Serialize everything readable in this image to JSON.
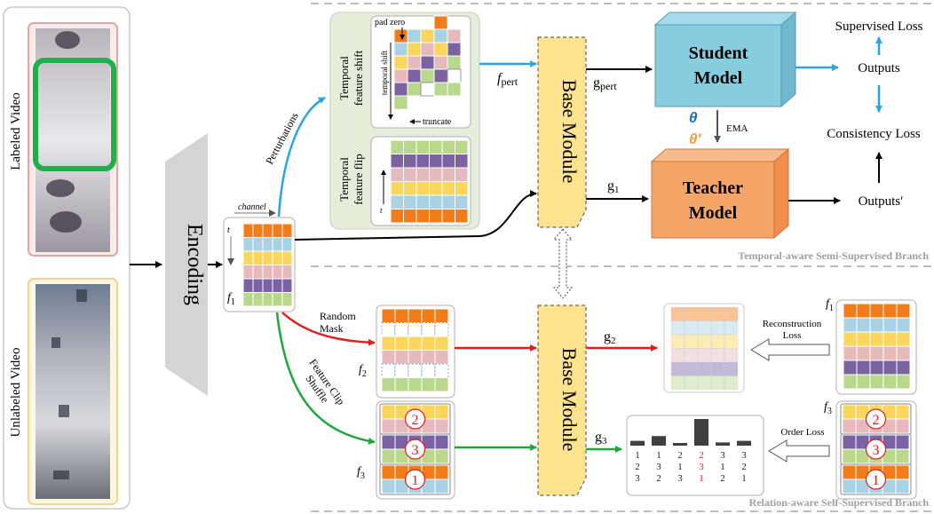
{
  "colors": {
    "orange": "#f07d19",
    "blue": "#a9d3e5",
    "yellow": "#fbd65c",
    "pink": "#e6b9bc",
    "purple": "#7b63a3",
    "green": "#b9d88c",
    "student": "#87cde0",
    "teacher": "#f7a468",
    "base": "#fde38d",
    "arrow_blue": "#27a6e0",
    "arrow_red": "#e01e1e",
    "arrow_green": "#1fa83a",
    "ring_green": "#1fb04c"
  },
  "videos": {
    "labeled": "Labeled Video",
    "unlabeled": "Unlabeled Video"
  },
  "encoding": "Encoding",
  "features": {
    "channel": "channel",
    "t": "t",
    "f": "f",
    "one": "1",
    "two": "2",
    "three": "3"
  },
  "perturb": {
    "label": "Perturbations",
    "shift_title_1": "Temporal",
    "shift_title_2": "feature shift",
    "flip_title_1": "Temporal",
    "flip_title_2": "feature flip",
    "pad_zero": "pad zero",
    "temporal_shift": "temporal shift",
    "truncate": "truncate"
  },
  "base_module": "Base Module",
  "signals": {
    "f_pert_f": "f",
    "f_pert_sub": "pert",
    "g_pert_g": "g",
    "g_pert_sub": "pert",
    "g1_g": "g",
    "g1_sub": "1",
    "g2_g": "g",
    "g2_sub": "2",
    "g3_g": "g",
    "g3_sub": "3",
    "theta": "θ",
    "theta_prime": "θ′",
    "ema": "EMA"
  },
  "models": {
    "student_1": "Student",
    "student_2": "Model",
    "teacher_1": "Teacher",
    "teacher_2": "Model"
  },
  "losses": {
    "supervised": "Supervised Loss",
    "outputs": "Outputs",
    "consistency": "Consistency Loss",
    "outputs_prime": "Outputs′",
    "reconstruction_1": "Reconstruction",
    "reconstruction_2": "Loss",
    "order": "Order Loss"
  },
  "branches": {
    "temporal": "Temporal-aware Semi-Supervised Branch",
    "relation": "Relation-aware Self-Supervised Branch"
  },
  "ops": {
    "random_1": "Random",
    "random_2": "Mask",
    "clip_1": "Feature Clip",
    "clip_2": "Shuffle"
  },
  "order_table": {
    "row1": [
      "1",
      "1",
      "2",
      "2",
      "3",
      "3"
    ],
    "row2": [
      "2",
      "3",
      "1",
      "3",
      "1",
      "2"
    ],
    "row3": [
      "3",
      "2",
      "3",
      "1",
      "2",
      "1"
    ],
    "bar_levels": [
      0.18,
      0.36,
      0.1,
      1.0,
      0.12,
      0.18
    ],
    "highlight_column": 4
  }
}
